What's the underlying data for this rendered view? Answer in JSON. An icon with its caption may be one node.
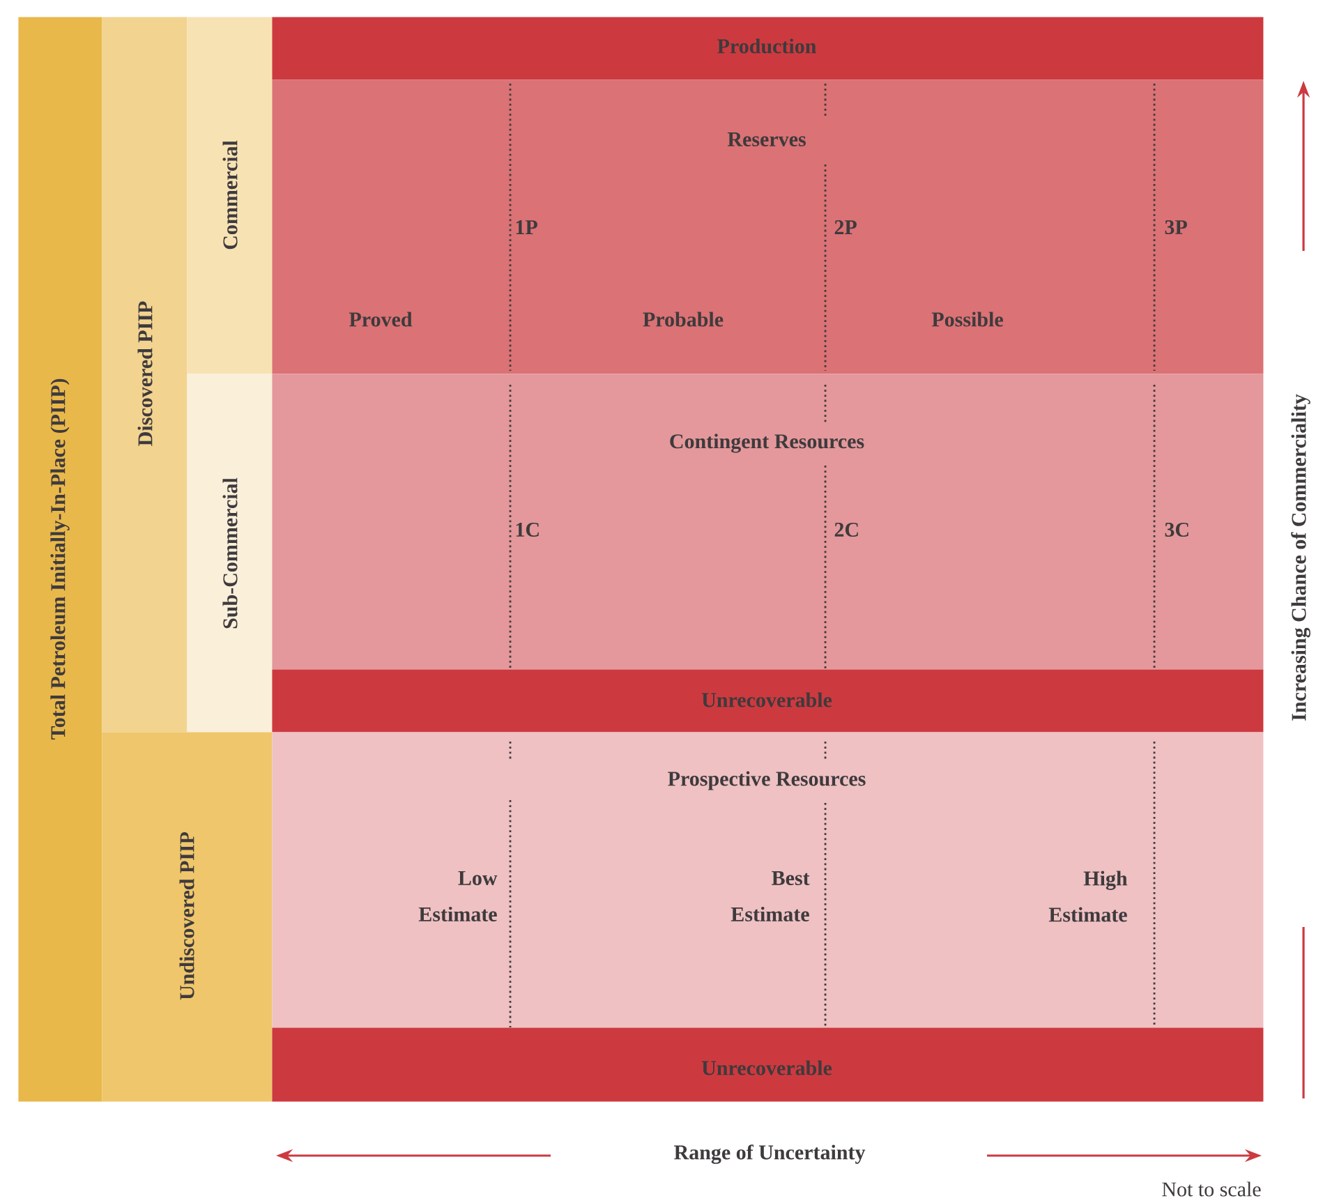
{
  "diagram": {
    "nodes": [
      {
        "text": [
          "Total Petroleum Initially-In-Place (PIIP)"
        ]
      },
      {
        "text": [
          "Discovered PIIP"
        ]
      },
      {
        "text": [
          "Commercial"
        ]
      },
      {
        "text": [
          "Sub-Commercial"
        ]
      },
      {
        "text": [
          "Undiscovered PIIP"
        ]
      },
      {
        "text": [
          "Production"
        ]
      },
      {
        "text": [
          "Reserves"
        ]
      },
      {
        "text": [
          "Contingent Resources"
        ]
      },
      {
        "text": [
          "Unrecoverable"
        ]
      },
      {
        "text": [
          "Prospective Resources"
        ]
      },
      {
        "text": [
          "Unrecoverable"
        ]
      }
    ],
    "labels": [
      "1P",
      "2P",
      "3P",
      "Proved",
      "Probable",
      "Possible",
      "1C",
      "2C",
      "3C",
      "Low Estimate",
      "Best Estimate",
      "High Estimate",
      "Increasing Chance of Commerciality",
      "Range of Uncertainty",
      "Not to scale"
    ]
  }
}
